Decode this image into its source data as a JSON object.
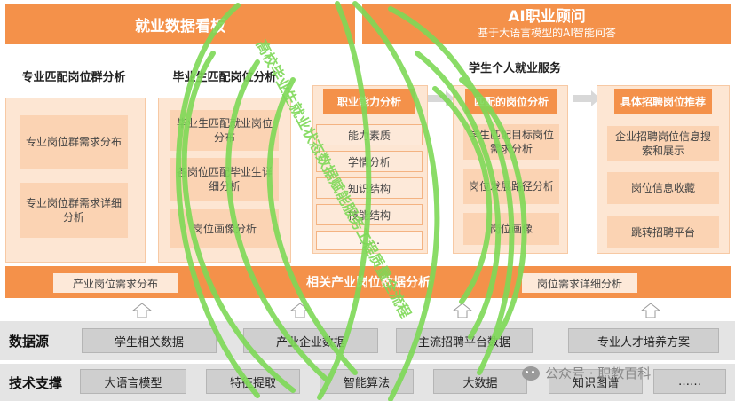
{
  "header": {
    "left_title": "就业数据看板",
    "right_title": "AI职业顾问",
    "right_subtitle": "基于大语言模型的AI智能问答"
  },
  "sections": {
    "major_match": {
      "title": "专业匹配岗位群分析",
      "cards": [
        "专业岗位群需求分布",
        "专业岗位群需求详细分析"
      ]
    },
    "grad_match": {
      "title": "毕业生匹配岗位分析",
      "cards": [
        "毕业生匹配就业岗位分布",
        "各岗位匹配毕业生详细分析",
        "岗位画像分析"
      ]
    },
    "personal": {
      "title": "学生个人就业服务"
    },
    "ability": {
      "head": "职业能力分析",
      "items": [
        "能力素质",
        "学情分析",
        "知识结构",
        "技能结构",
        "……"
      ]
    },
    "match_post": {
      "head": "匹配的岗位分析",
      "cards": [
        "学生匹配目标岗位需求分析",
        "岗位发展路径分析",
        "岗位画像"
      ]
    },
    "recommend": {
      "head": "具体招聘岗位推荐",
      "cards": [
        "企业招聘岗位信息搜索和展示",
        "岗位信息收藏",
        "跳转招聘平台"
      ]
    }
  },
  "industry_bar": {
    "left_tag": "产业岗位需求分布",
    "center": "相关产业岗位数据分析",
    "right_tag": "岗位需求详细分析"
  },
  "data_source": {
    "label": "数据源",
    "items": [
      "学生相关数据",
      "产业企业数据",
      "主流招聘平台数据",
      "专业人才培养方案"
    ]
  },
  "tech_support": {
    "label": "技术支撑",
    "items": [
      "大语言模型",
      "特征提取",
      "智能算法",
      "大数据",
      "知识图谱",
      "……"
    ]
  },
  "watermark": {
    "overlay_text": "高校毕业生就业状态数据赋能服务工程质量全流程",
    "brand": "公众号 · 职教百科"
  },
  "colors": {
    "accent": "#f4914a",
    "panel": "#fde6d3",
    "card": "#fbd3b3",
    "stroke": "#7ed957"
  }
}
